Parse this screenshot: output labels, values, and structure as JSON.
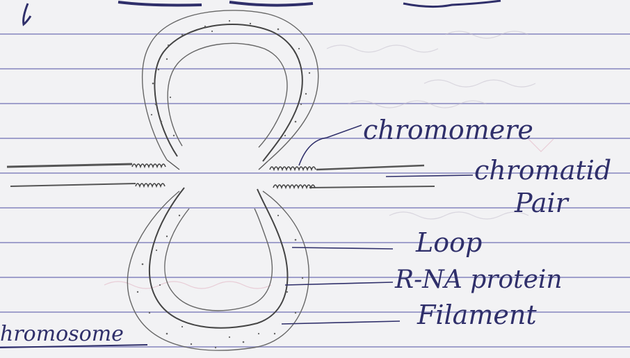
{
  "labels": {
    "chromomere": "chromomere",
    "chromatid_line1": "chromatid",
    "chromatid_line2": "Pair",
    "loop": "Loop",
    "rna_protein": "R-NA protein",
    "filament": "Filament",
    "chromosome_fragment": "hromosome"
  },
  "colors": {
    "paper": "#f2f2f4",
    "ruled_line": "#5c5caa",
    "ink": "#2f2f6a",
    "pencil": "#555555",
    "faint_red": "#d28aa0"
  }
}
